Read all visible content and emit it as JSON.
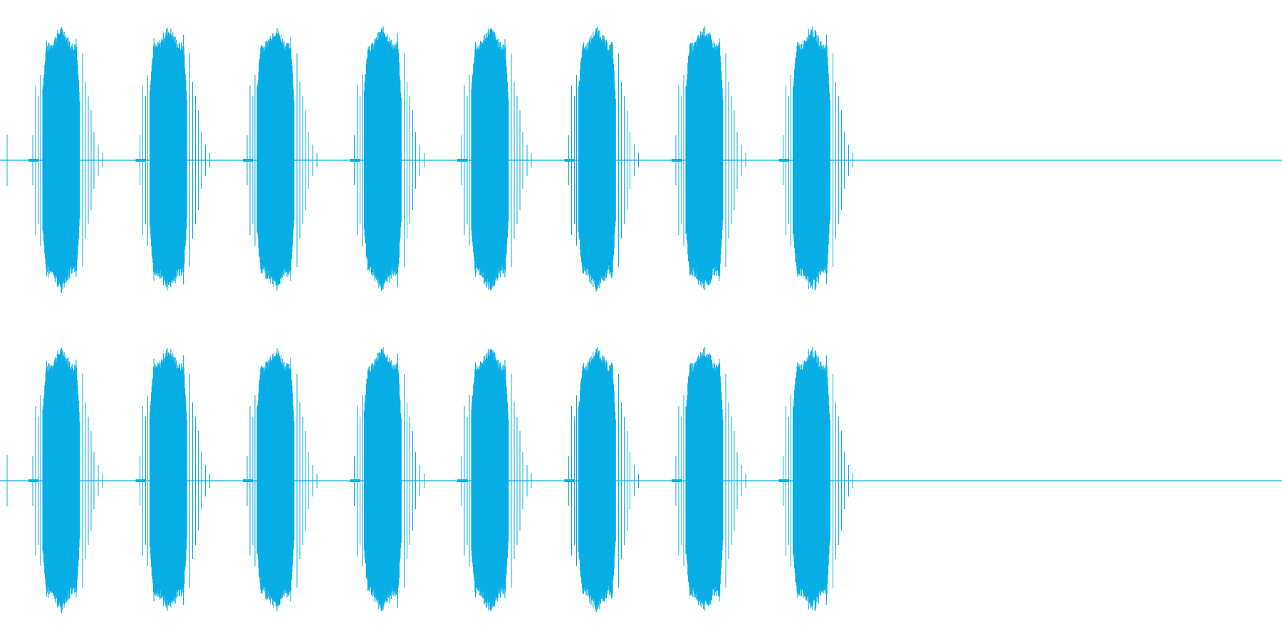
{
  "waveform": {
    "color": "#07AEE5",
    "channels": [
      {
        "label": ""
      },
      {
        "label": ""
      }
    ],
    "bursts": [
      {
        "index": 1
      },
      {
        "index": 2
      },
      {
        "index": 3
      },
      {
        "index": 4
      },
      {
        "index": 5
      },
      {
        "index": 6
      },
      {
        "index": 7
      },
      {
        "index": 8
      }
    ]
  }
}
